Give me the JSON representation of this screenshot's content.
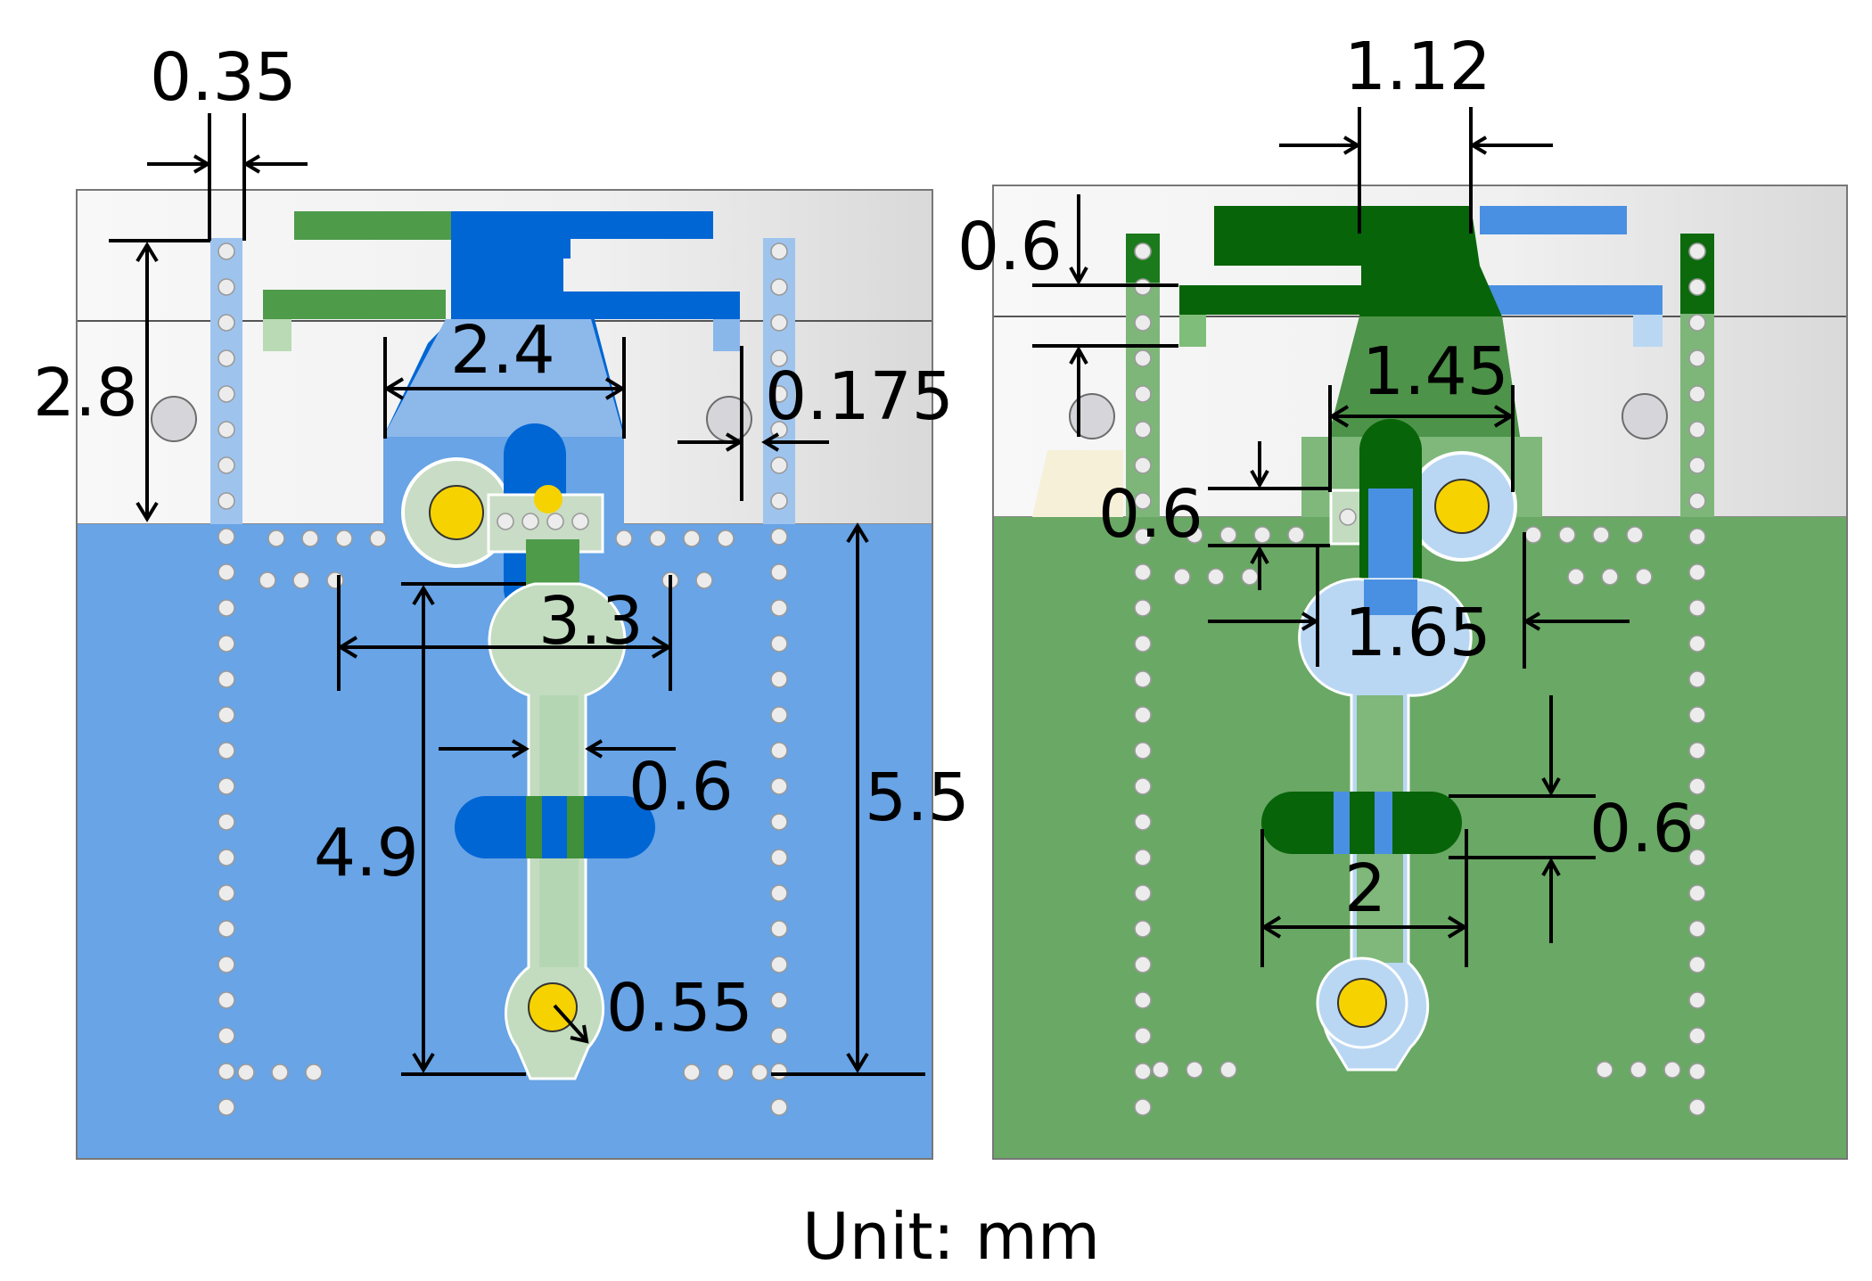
{
  "colors": {
    "substrate_white": "#f7f7f7",
    "substrate_shade": "#dedede",
    "blue_ground": "#68a4e6",
    "blue_metal": "#0066d4",
    "blue_light": "#b9d7f3",
    "green_ground": "#6aa865",
    "green_metal": "#086408",
    "green_light": "#c2dcc0",
    "pad_yellow": "#f6d200",
    "via_white": "#ececec",
    "dimension_black": "#000000"
  },
  "left_panel": {
    "dimensions": [
      "0.35",
      "2.8",
      "2.4",
      "0.175",
      "3.3",
      "0.6",
      "4.9",
      "5.5",
      "0.55"
    ]
  },
  "right_panel": {
    "dimensions": [
      "1.12",
      "0.6",
      "1.45",
      "0.6",
      "1.65",
      "0.6",
      "2"
    ]
  },
  "caption": "Unit: mm"
}
